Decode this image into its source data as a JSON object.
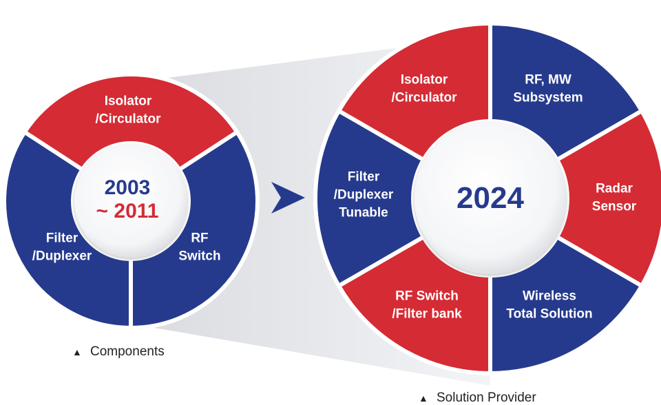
{
  "colors": {
    "red": "#d52b34",
    "blue": "#263a8d",
    "year_blue": "#263a8d",
    "year_red": "#d52b34",
    "arrow": "#263a8d"
  },
  "left_diagram": {
    "year_start": "2003",
    "year_end": "~ 2011",
    "segments": [
      {
        "lines": [
          "Isolator",
          "/Circulator"
        ]
      },
      {
        "lines": [
          "Filter",
          "/Duplexer"
        ]
      },
      {
        "lines": [
          "RF",
          "Switch"
        ]
      }
    ],
    "caption": "Components"
  },
  "arrow_icon": "chevron-right-icon",
  "right_diagram": {
    "year": "2024",
    "segments": [
      {
        "lines": [
          "Isolator",
          "/Circulator"
        ]
      },
      {
        "lines": [
          "RF, MW",
          "Subsystem"
        ]
      },
      {
        "lines": [
          "Radar",
          "Sensor"
        ]
      },
      {
        "lines": [
          "Wireless",
          "Total Solution"
        ]
      },
      {
        "lines": [
          "RF Switch",
          "/Filter bank"
        ]
      },
      {
        "lines": [
          "Filter",
          "/Duplexer",
          "Tunable"
        ]
      }
    ],
    "caption": "Solution Provider"
  },
  "caption_marker": "▲"
}
